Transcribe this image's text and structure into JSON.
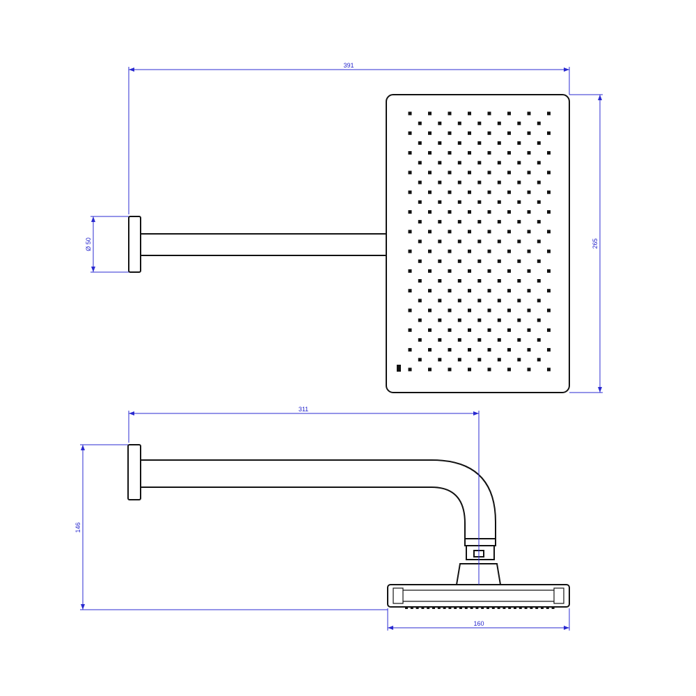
{
  "colors": {
    "dimension": "#2a2ad0",
    "outline": "#111111",
    "background": "#ffffff"
  },
  "dimensions": {
    "overall_length": "391",
    "head_height": "265",
    "flange_diameter": "Ø 50",
    "arm_projection": "311",
    "drop_height": "146",
    "head_depth": "160"
  },
  "views": [
    {
      "name": "top-view",
      "nozzle_grid": {
        "columns": 8,
        "rows": 14
      }
    },
    {
      "name": "side-view"
    }
  ]
}
